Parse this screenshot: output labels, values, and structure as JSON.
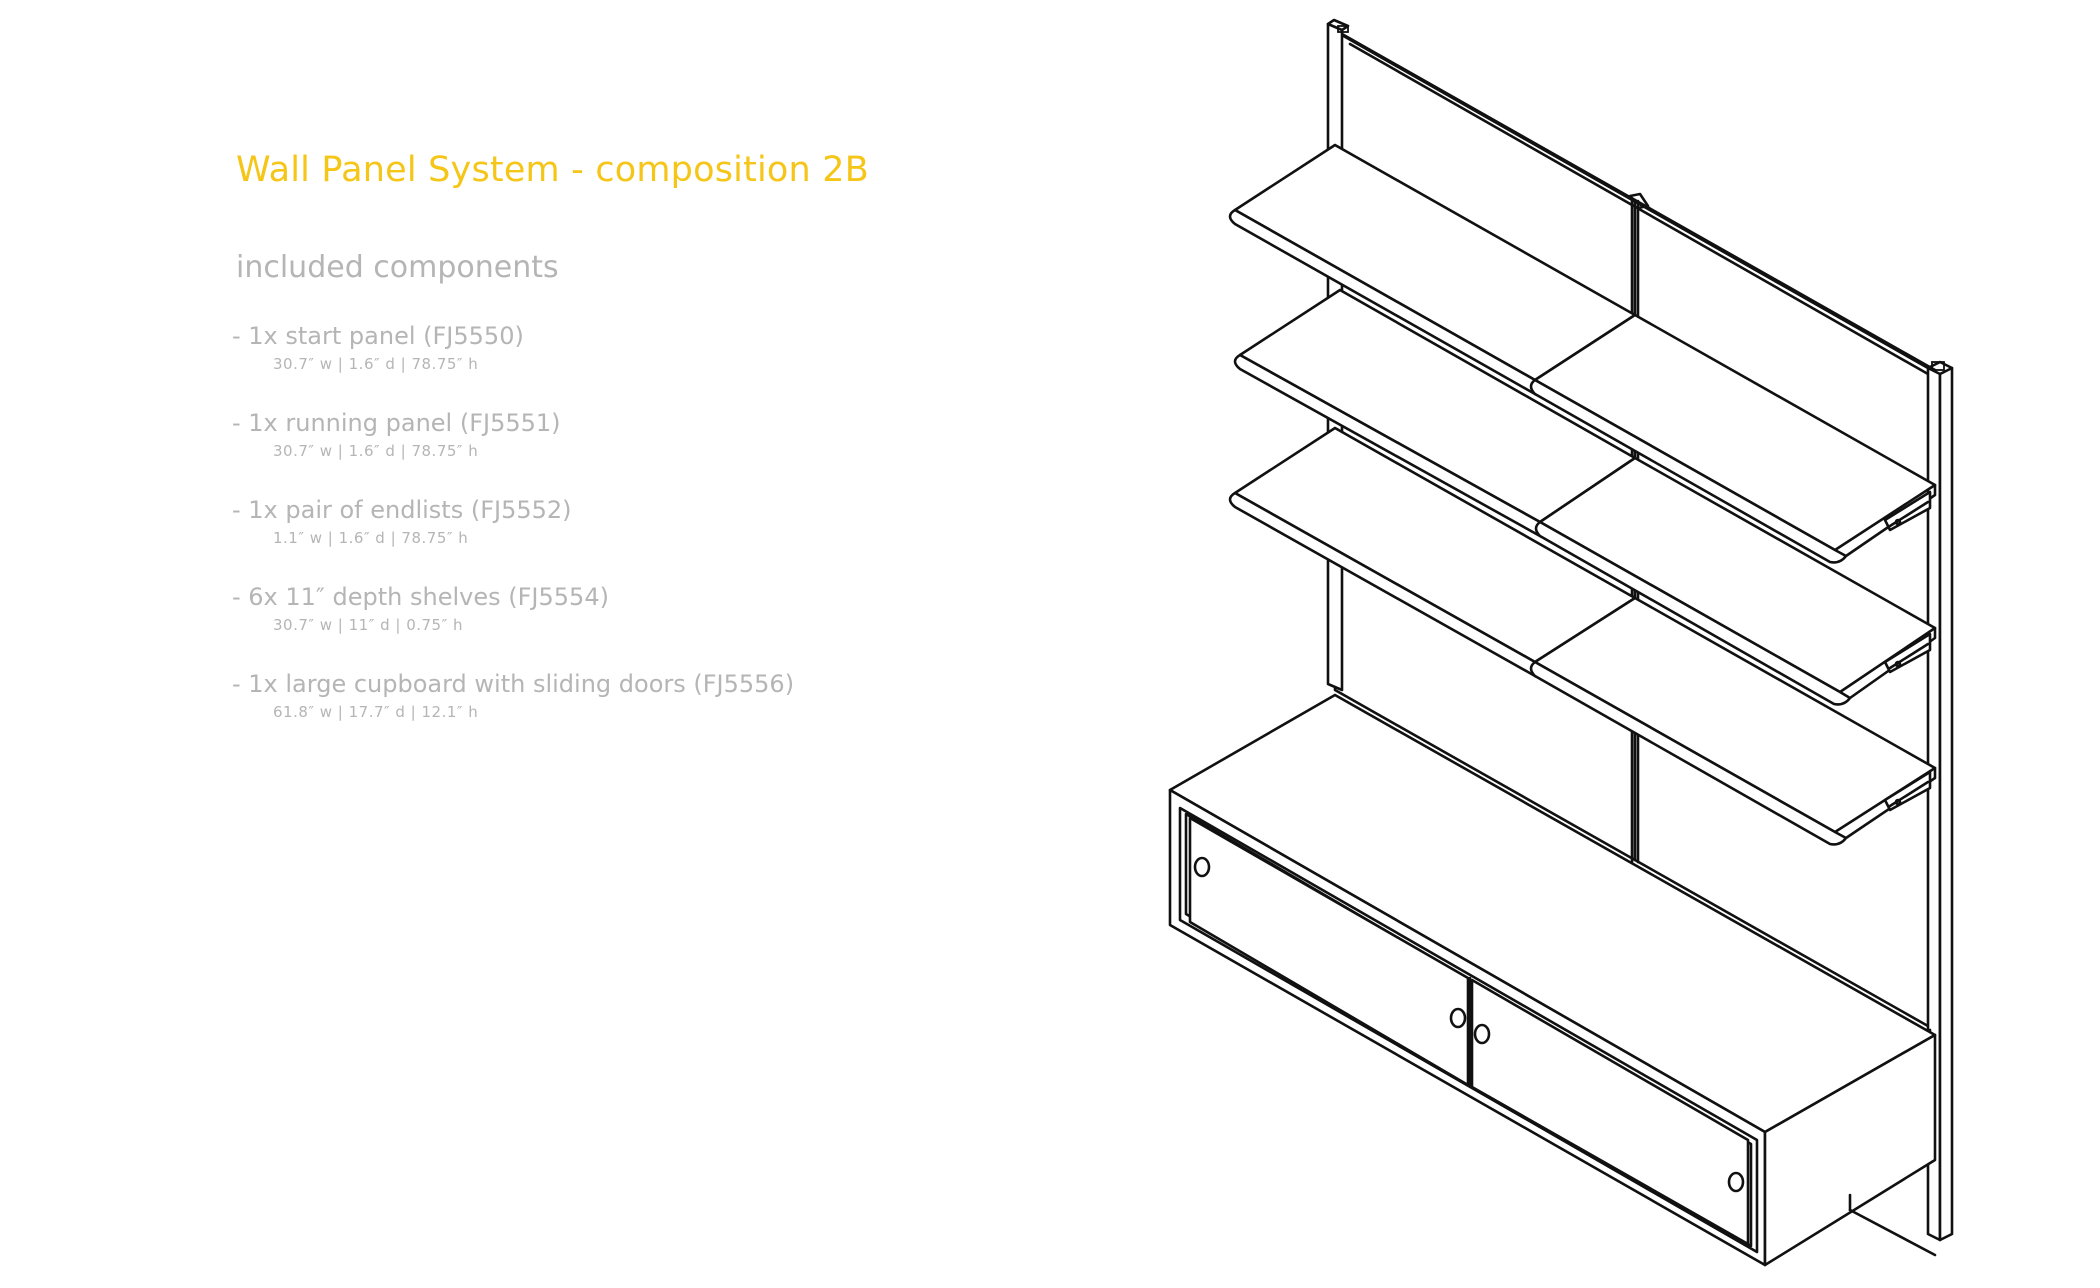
{
  "title": "Wall Panel System - composition 2B",
  "subtitle": "included components",
  "components": [
    {
      "name": "- 1x start panel (FJ5550)",
      "dims": "30.7″ w | 1.6″ d | 78.75″ h"
    },
    {
      "name": "- 1x running panel (FJ5551)",
      "dims": "30.7″ w | 1.6″ d | 78.75″ h"
    },
    {
      "name": "- 1x pair of endlists (FJ5552)",
      "dims": "1.1″ w | 1.6″ d | 78.75″ h"
    },
    {
      "name": "- 6x 11″ depth shelves (FJ5554)",
      "dims": "30.7″ w | 11″ d | 0.75″ h"
    },
    {
      "name": "- 1x large cupboard with sliding doors (FJ5556)",
      "dims": "61.8″ w | 17.7″ d | 12.1″ h"
    }
  ],
  "colors": {
    "title": "#f5c518",
    "text": "#b5b5b5",
    "line": "#111111"
  }
}
